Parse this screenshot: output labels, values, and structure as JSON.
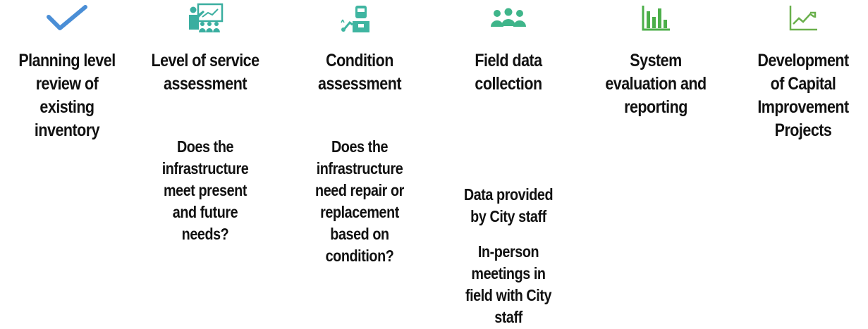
{
  "steps": [
    {
      "icon": "checkmark-icon",
      "title": "Planning level\nreview of\nexisting\ninventory",
      "descriptions": []
    },
    {
      "icon": "presentation-audience-icon",
      "title": "Level of service\nassessment",
      "descriptions": [
        "Does the\ninfrastructure\nmeet present\nand future\nneeds?"
      ]
    },
    {
      "icon": "welder-mask-icon",
      "title": "Condition\nassessment",
      "descriptions": [
        "Does the\ninfrastructure\nneed repair or\nreplacement\nbased on\ncondition?"
      ]
    },
    {
      "icon": "people-group-icon",
      "title": "Field data\ncollection",
      "descriptions": [
        "Data provided\nby City staff",
        "In-person\nmeetings in\nfield with City\nstaff"
      ]
    },
    {
      "icon": "bar-chart-icon",
      "title": "System\nevaluation and\nreporting",
      "descriptions": []
    },
    {
      "icon": "trend-line-chart-icon",
      "title": "Development\nof Capital\nImprovement\nProjects",
      "descriptions": []
    }
  ],
  "colors": {
    "checkmark": "#4a8ed6",
    "presentation": "#3aaea0",
    "welder": "#3fb5a1",
    "people": "#3fb58a",
    "bars": "#4caf4a",
    "trend": "#6ab04c"
  }
}
